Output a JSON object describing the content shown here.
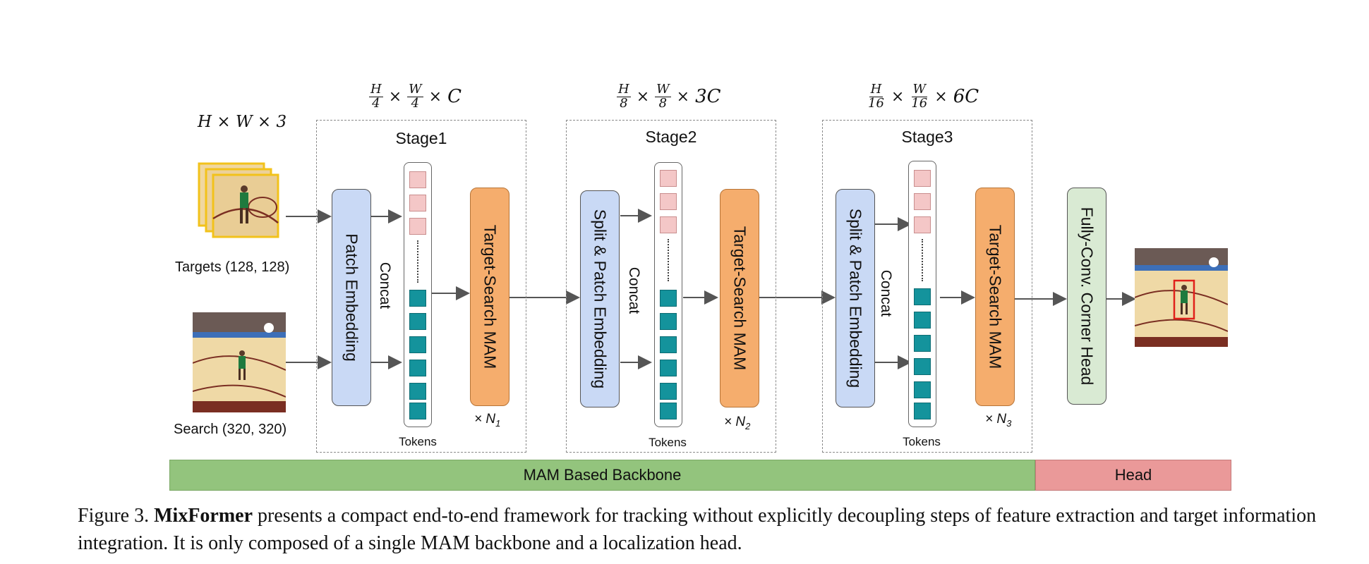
{
  "input": {
    "dims_text": "H × W × 3",
    "targets_label": "Targets (128, 128)",
    "search_label": "Search (320, 320)"
  },
  "stages": [
    {
      "title": "Stage1",
      "dims": {
        "h": "H",
        "hden": "4",
        "w": "W",
        "wden": "4",
        "c": "C"
      },
      "embed_label": "Patch Embedding",
      "concat_label": "Concat",
      "tokens_label": "Tokens",
      "mam_label": "Target-Search MAM",
      "repeat": "N",
      "repeat_sub": "1"
    },
    {
      "title": "Stage2",
      "dims": {
        "h": "H",
        "hden": "8",
        "w": "W",
        "wden": "8",
        "c": "3C"
      },
      "embed_label": "Split & Patch Embedding",
      "concat_label": "Concat",
      "tokens_label": "Tokens",
      "mam_label": "Target-Search MAM",
      "repeat": "N",
      "repeat_sub": "2"
    },
    {
      "title": "Stage3",
      "dims": {
        "h": "H",
        "hden": "16",
        "w": "W",
        "wden": "16",
        "c": "6C"
      },
      "embed_label": "Split & Patch Embedding",
      "concat_label": "Concat",
      "tokens_label": "Tokens",
      "mam_label": "Target-Search MAM",
      "repeat": "N",
      "repeat_sub": "3"
    }
  ],
  "head_block": {
    "label": "Fully-Conv. Corner Head"
  },
  "bottom_bar": {
    "backbone": "MAM Based Backbone",
    "head": "Head"
  },
  "caption": {
    "prefix": "Figure 3.",
    "bold": "MixFormer",
    "text": "presents a compact end-to-end framework for tracking without explicitly decoupling steps of feature extraction and target information integration. It is only composed of a single MAM backbone and a localization head."
  },
  "colors": {
    "embed_blue": "#c9d9f5",
    "mam_orange": "#f5ad6d",
    "head_green": "#d9ead3",
    "token_pink": "#f4c7c7",
    "token_teal": "#14939c",
    "backbone_bar": "#93c47d",
    "head_bar": "#ea9999"
  }
}
